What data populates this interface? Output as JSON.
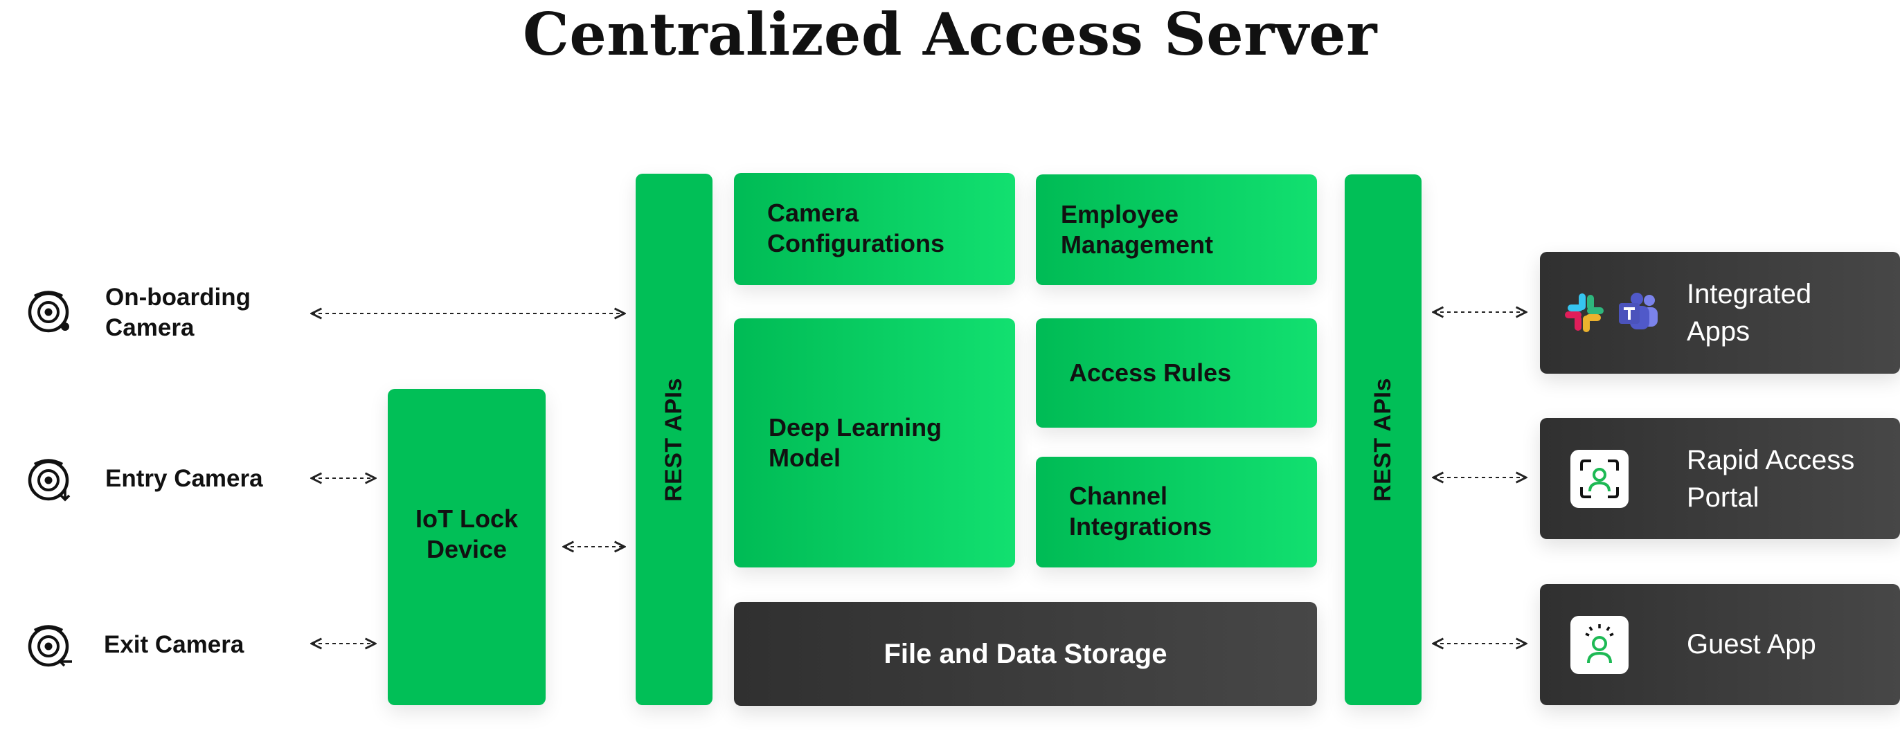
{
  "title": "Centralized Access Server",
  "cameras": [
    {
      "label": "On-boarding\nCamera",
      "icon": "onboarding-camera-icon"
    },
    {
      "label": "Entry Camera",
      "icon": "entry-camera-icon"
    },
    {
      "label": "Exit Camera",
      "icon": "exit-camera-icon"
    }
  ],
  "iot_device": {
    "label": "IoT Lock\nDevice"
  },
  "rest_left": {
    "label": "REST APIs"
  },
  "rest_right": {
    "label": "REST APIs"
  },
  "modules": {
    "camera_config": "Camera\nConfigurations",
    "employee_mgmt": "Employee\nManagement",
    "deep_learning": "Deep Learning\nModel",
    "access_rules": "Access Rules",
    "channel_integrations": "Channel\nIntegrations",
    "storage": "File and Data Storage"
  },
  "apps": [
    {
      "label": "Integrated\nApps",
      "icons": [
        "slack-icon",
        "teams-icon"
      ]
    },
    {
      "label": "Rapid Access\nPortal",
      "icons": [
        "face-scan-icon"
      ]
    },
    {
      "label": "Guest App",
      "icons": [
        "guest-user-icon"
      ]
    }
  ],
  "colors": {
    "green_start": "#00bb55",
    "green_end": "#12e070",
    "dark_start": "#303030",
    "dark_end": "#474747",
    "accent_green": "#1db954"
  }
}
